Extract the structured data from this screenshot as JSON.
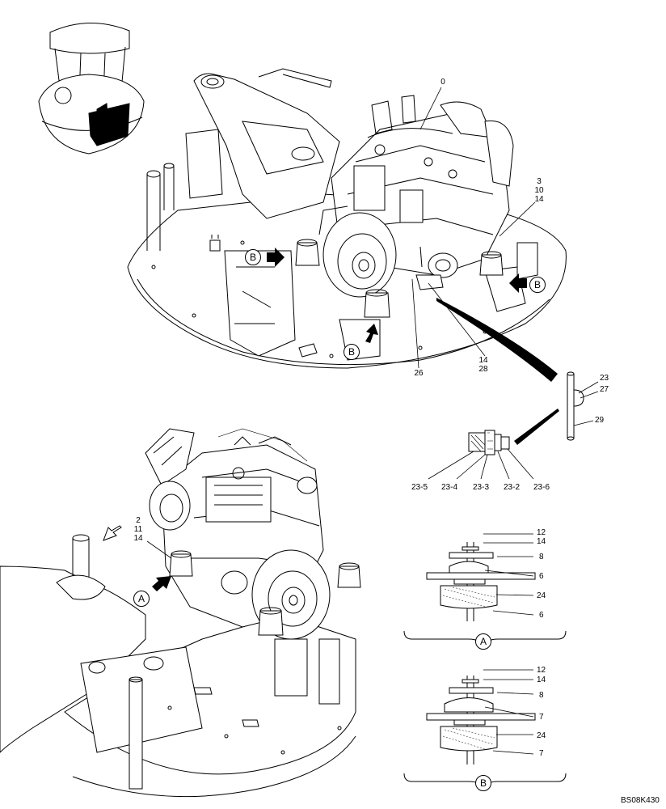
{
  "callouts": {
    "c0": "0",
    "c3": "3",
    "c10": "10",
    "c14a": "14",
    "c14b": "14",
    "c28": "28",
    "c26": "26",
    "c23": "23",
    "c27": "27",
    "c29": "29",
    "c23_5": "23-5",
    "c23_4": "23-4",
    "c23_3": "23-3",
    "c23_2": "23-2",
    "c23_6": "23-6",
    "c2": "2",
    "c11": "11",
    "c14c": "14",
    "a12": "12",
    "a14": "14",
    "a8": "8",
    "a6a": "6",
    "a24": "24",
    "a6b": "6",
    "b12": "12",
    "b14": "14",
    "b8": "8",
    "b7a": "7",
    "b24": "24",
    "b7b": "7"
  },
  "view_markers": {
    "b1": "B",
    "b2": "B",
    "b3": "B",
    "a1": "A",
    "detail_a": "A",
    "detail_b": "B"
  },
  "drawing_code": "BS08K430"
}
